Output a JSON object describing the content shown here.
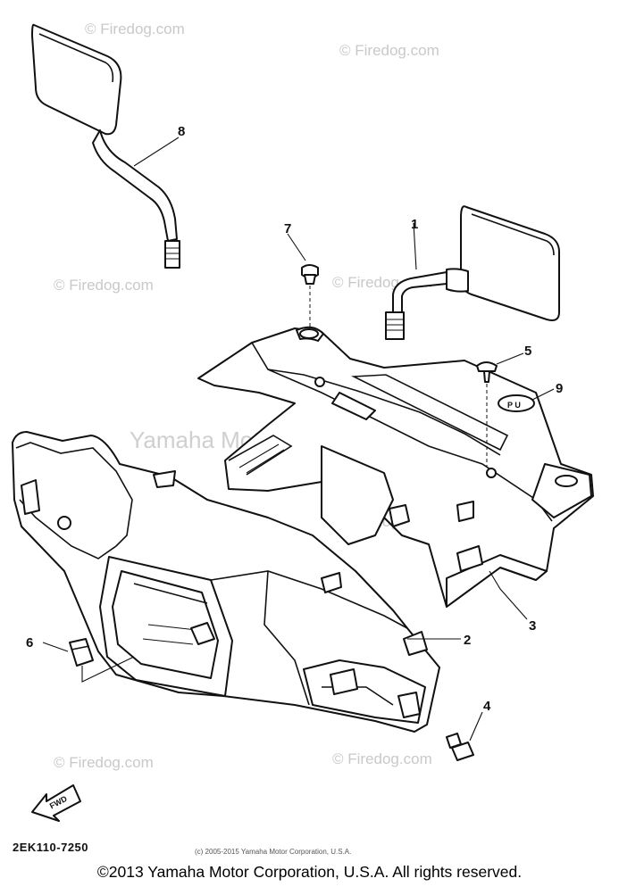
{
  "watermarks": {
    "small": "© Firedog.com",
    "big": "Yamaha Motor Corp., U.S.A."
  },
  "callouts": [
    "1",
    "2",
    "3",
    "4",
    "5",
    "6",
    "7",
    "8",
    "9"
  ],
  "fwd_label": "FWD",
  "part_code": "2EK110-7250",
  "small_copyright": "(c) 2005-2015 Yamaha Motor Corporation, U.S.A.",
  "footer_copyright": "©2013 Yamaha Motor Corporation, U.S.A. All rights reserved."
}
